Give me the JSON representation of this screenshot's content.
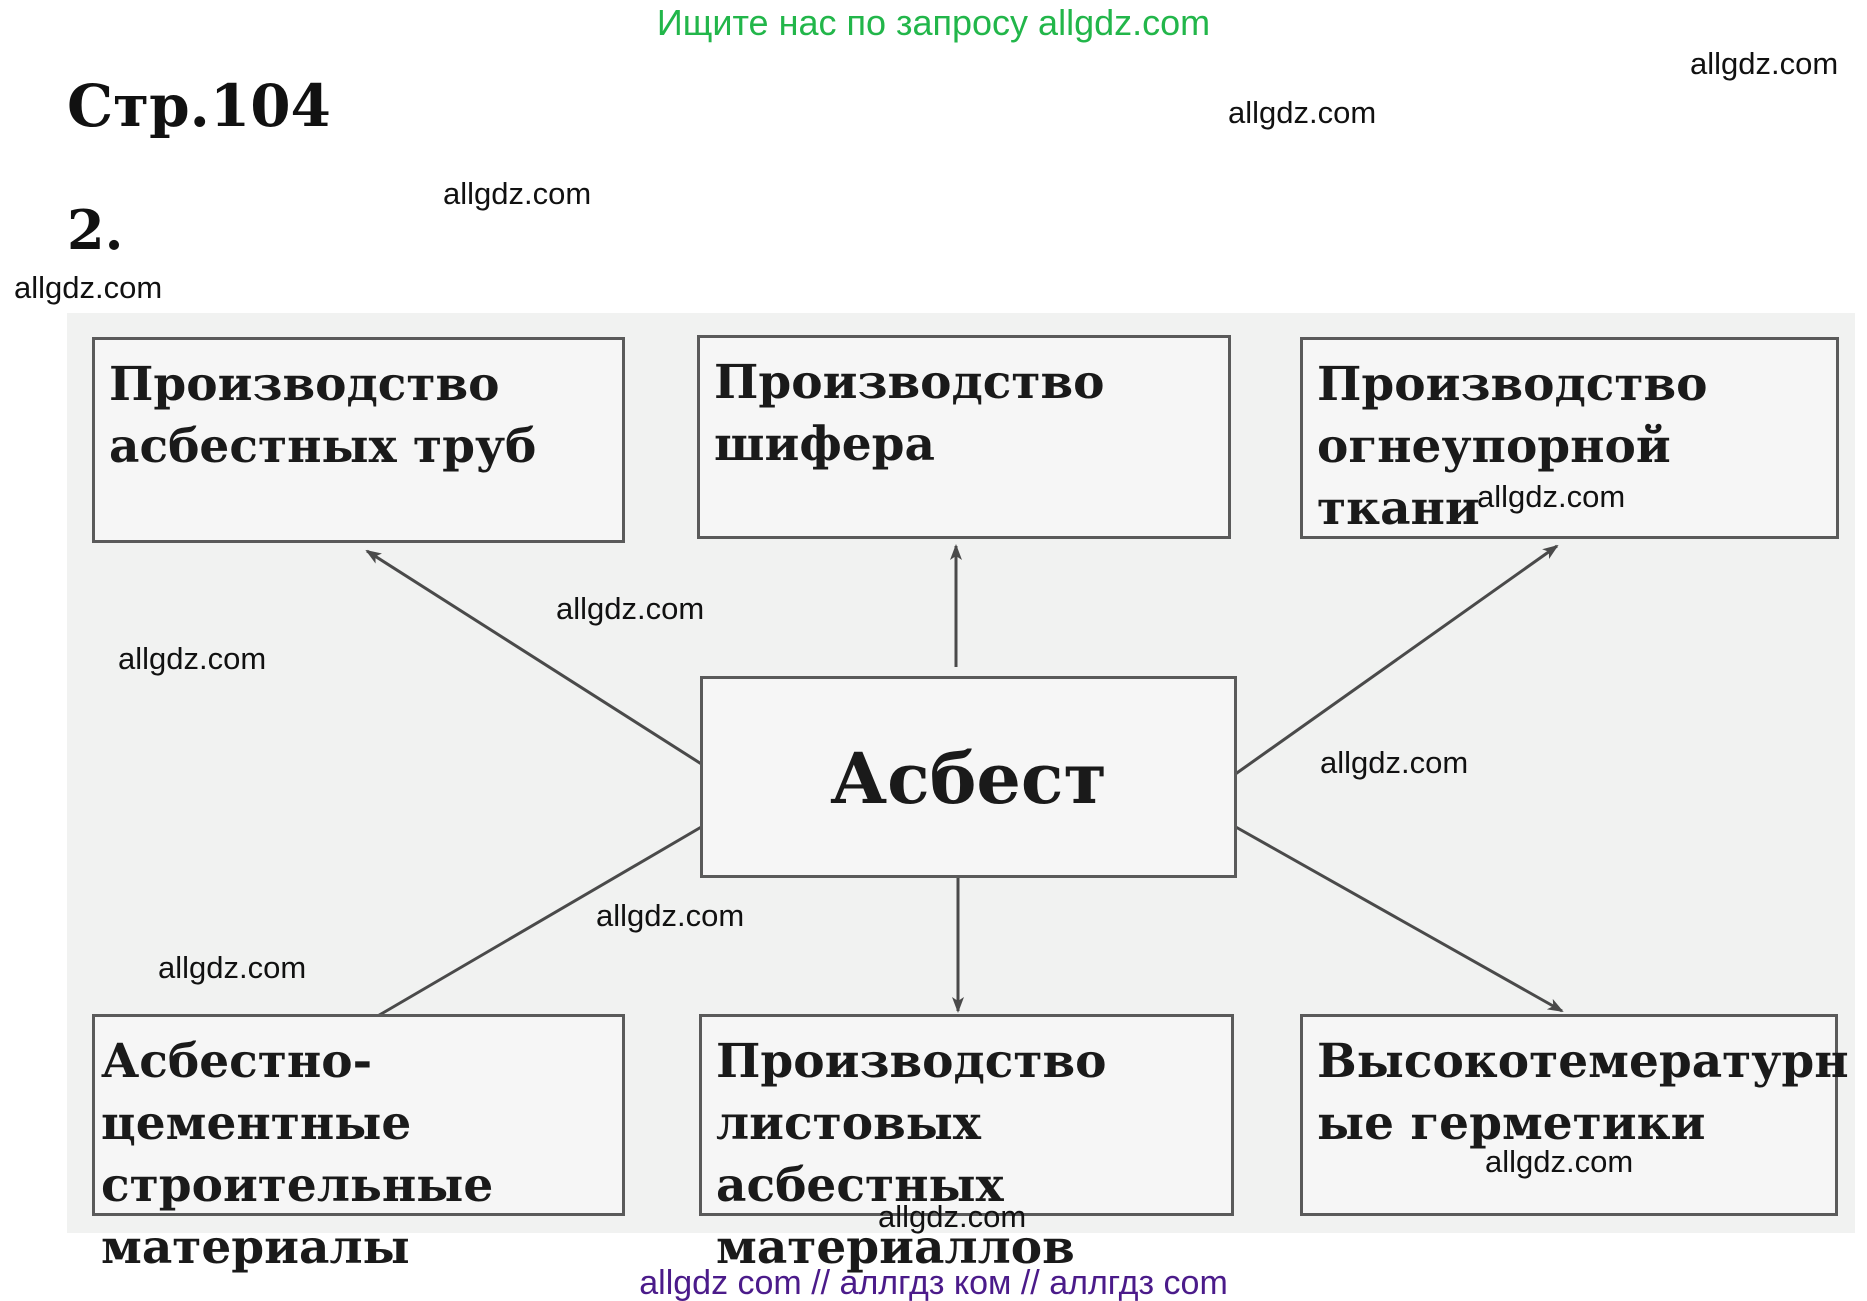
{
  "header": {
    "banner": "Ищите нас по запросу allgdz.com",
    "page_heading": "Стр.104",
    "task_number": "2."
  },
  "watermarks": [
    "allgdz.com",
    "allgdz.com",
    "allgdz.com",
    "allgdz.com",
    "allgdz.com",
    "allgdz.com",
    "allgdz.com",
    "allgdz.com",
    "allgdz.com",
    "allgdz.com",
    "allgdz.com",
    "allgdz.com"
  ],
  "diagram": {
    "center": "Асбест",
    "nodes": [
      "Производство\nасбестных труб",
      "Производство\nшифера",
      "Производство\nогнеупорной\nткани",
      "Асбестно-цементные\nстроительные\nматериалы",
      "Производство\nлистовых асбестных\nматериаллов",
      "Высокотемературн\nые герметики"
    ]
  },
  "footer": {
    "text": "allgdz com  //  аллгдз ком  //  аллгдз com"
  },
  "colors": {
    "banner": "#22b64a",
    "footer": "#4b1b8a",
    "box_border": "#5a5a5a",
    "scan_background": "#f1f2f1"
  }
}
